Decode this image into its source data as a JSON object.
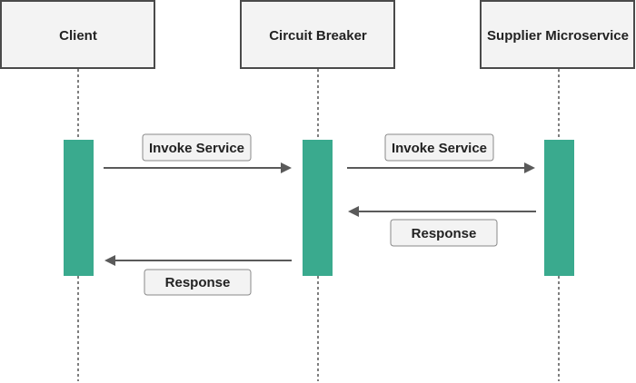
{
  "participants": [
    {
      "label": "Client"
    },
    {
      "label": "Circuit Breaker"
    },
    {
      "label": "Supplier Microservice"
    }
  ],
  "messages": [
    {
      "label": "Invoke Service"
    },
    {
      "label": "Invoke Service"
    },
    {
      "label": "Response"
    },
    {
      "label": "Response"
    }
  ],
  "colors": {
    "activation": "#3aaa8e",
    "arrow": "#5a5a5a",
    "box_fill": "#f3f3f3"
  }
}
